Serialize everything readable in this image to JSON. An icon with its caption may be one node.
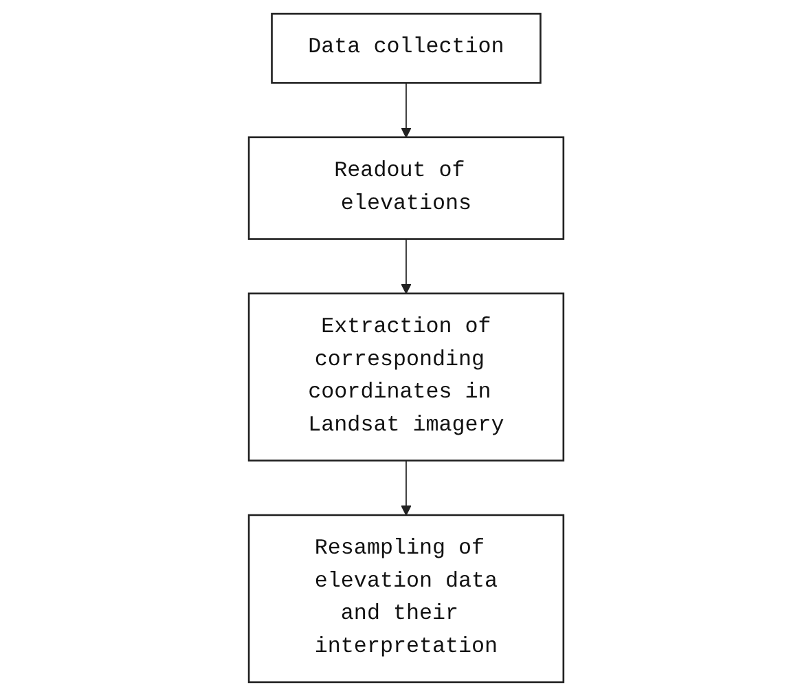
{
  "diagram": {
    "nodes": [
      {
        "text": [
          "Data collection"
        ]
      },
      {
        "text": [
          "Readout of elevations"
        ]
      },
      {
        "text": [
          "Extraction of corresponding coordinates in Landsat imagery"
        ]
      },
      {
        "text": [
          "Resampling of elevation data and their interpretation"
        ]
      }
    ],
    "edges": [
      {
        "from": 0,
        "to": 1,
        "arrow": "to"
      },
      {
        "from": 1,
        "to": 2,
        "arrow": "to"
      },
      {
        "from": 2,
        "to": 3,
        "arrow": "to"
      }
    ]
  }
}
